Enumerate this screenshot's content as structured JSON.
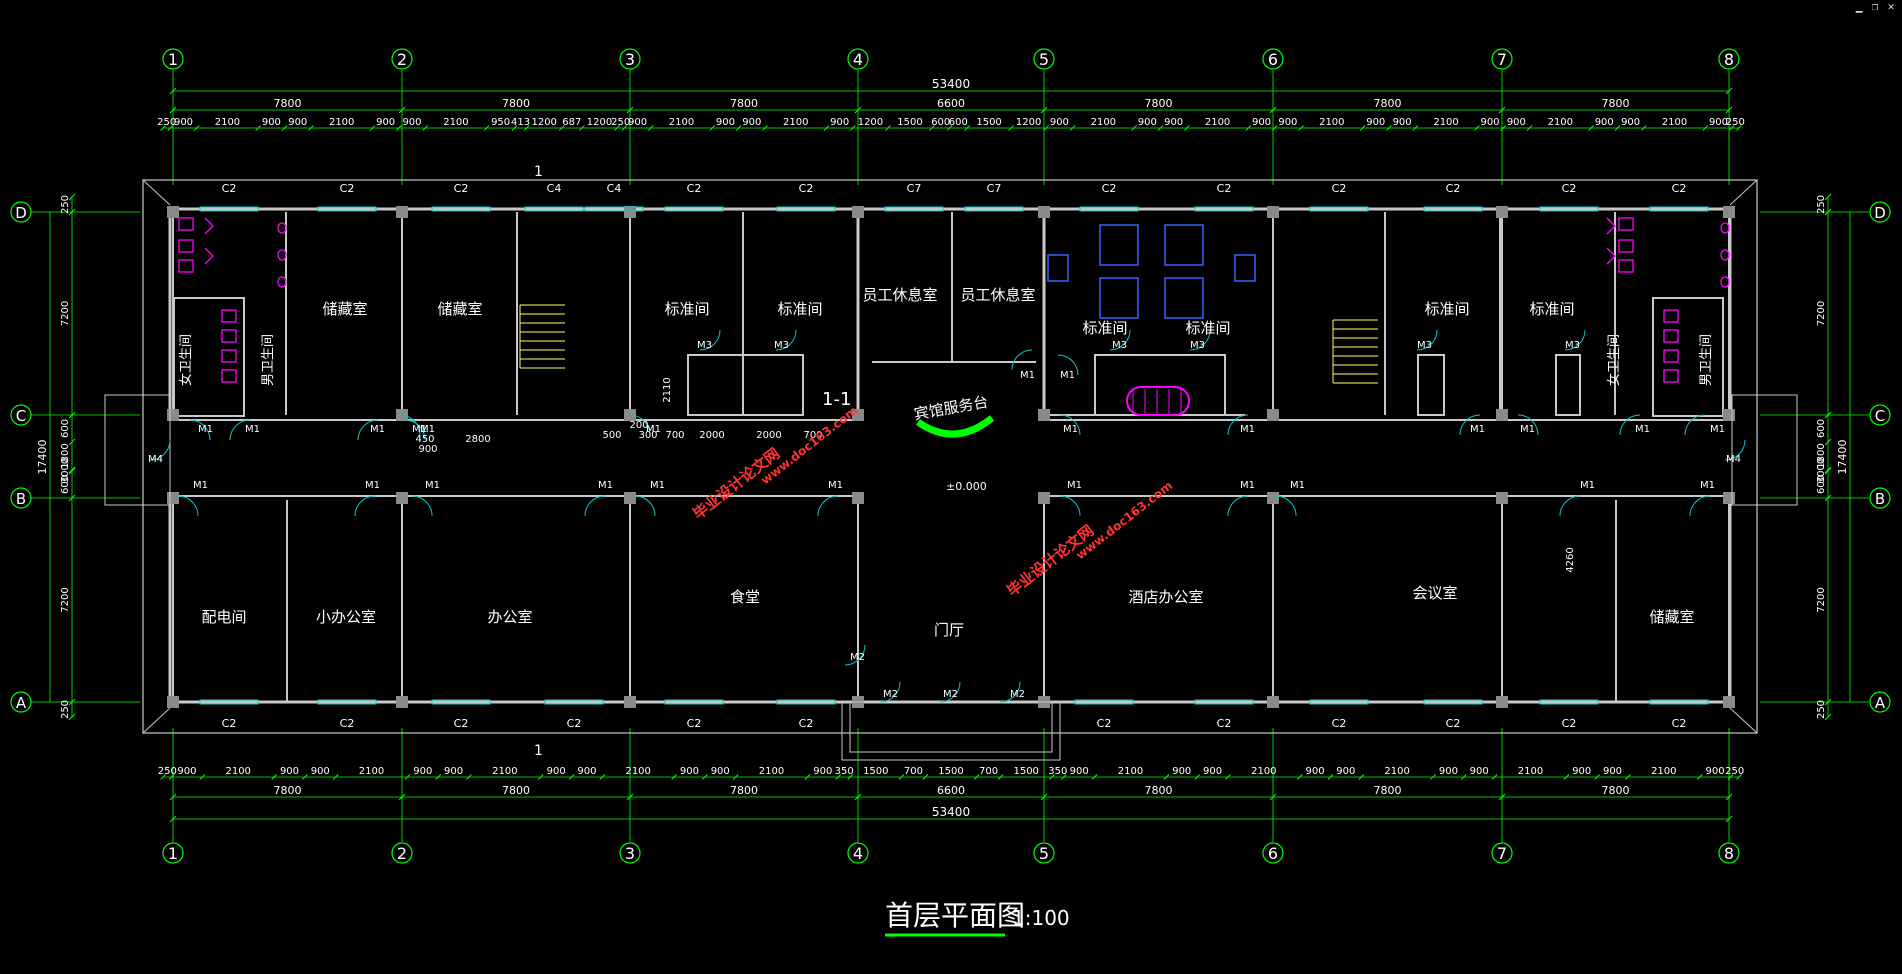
{
  "window_controls": {
    "minimize": "▁",
    "restore": "❐",
    "close": "✕"
  },
  "colors": {
    "background": "#000000",
    "axis": "#00ff00",
    "wall": "#c8c8c8",
    "window": "#00cccc",
    "door": "#00cccc",
    "room_text": "#ffffff",
    "fixture_magenta": "#ff00ff",
    "furniture_blue": "#3366ff",
    "stair": "#ffff66",
    "watermark": "#ff3333",
    "service_counter": "#00ff00"
  },
  "plan": {
    "title": "首层平面图",
    "scale": "1:100",
    "total_length_label": "53400",
    "total_width_label": "17400",
    "column_axes": [
      "1",
      "2",
      "3",
      "4",
      "5",
      "6",
      "7",
      "8"
    ],
    "row_axes": [
      "D",
      "C",
      "B",
      "A"
    ],
    "bay_labels_top": [
      "7800",
      "7800",
      "7800",
      "6600",
      "7800",
      "7800",
      "7800"
    ],
    "bay_labels_bottom": [
      "7800",
      "7800",
      "7800",
      "6600",
      "7800",
      "7800",
      "7800"
    ],
    "top_detail_dims": [
      "250",
      "900",
      "2100",
      "900",
      "900",
      "2100",
      "900",
      "900",
      "2100",
      "950",
      "413",
      "1200",
      "687",
      "1200",
      "250",
      "900",
      "2100",
      "900",
      "900",
      "2100",
      "900",
      "1200",
      "1500",
      "600",
      "600",
      "1500",
      "1200",
      "900",
      "2100",
      "900",
      "900",
      "2100",
      "900",
      "900",
      "2100",
      "900",
      "900",
      "2100",
      "900",
      "900",
      "2100",
      "900",
      "900",
      "2100",
      "900",
      "250"
    ],
    "bottom_detail_dims": [
      "250",
      "900",
      "2100",
      "900",
      "900",
      "2100",
      "900",
      "900",
      "2100",
      "900",
      "900",
      "2100",
      "900",
      "900",
      "2100",
      "900",
      "350",
      "1500",
      "700",
      "1500",
      "700",
      "1500",
      "350",
      "900",
      "2100",
      "900",
      "900",
      "2100",
      "900",
      "900",
      "2100",
      "900",
      "900",
      "2100",
      "900",
      "900",
      "2100",
      "900",
      "250"
    ],
    "left_dims": [
      "250",
      "7200",
      "600",
      "1800",
      "3000",
      "600",
      "7200",
      "250"
    ],
    "right_dims": [
      "250",
      "7200",
      "600",
      "1800",
      "3000",
      "600",
      "7200",
      "250"
    ],
    "section_mark": "1",
    "elevation_mark": "±0.000",
    "rooms": [
      {
        "name": "储藏室"
      },
      {
        "name": "储藏室"
      },
      {
        "name": "标准间"
      },
      {
        "name": "标准间"
      },
      {
        "name": "员工休息室"
      },
      {
        "name": "员工休息室"
      },
      {
        "name": "标准间"
      },
      {
        "name": "标准间"
      },
      {
        "name": "标准间"
      },
      {
        "name": "标准间"
      },
      {
        "name": "女卫生间"
      },
      {
        "name": "男卫生间"
      },
      {
        "name": "女卫生间"
      },
      {
        "name": "男卫生间"
      },
      {
        "name": "宾馆服务台"
      },
      {
        "name": "配电间"
      },
      {
        "name": "小办公室"
      },
      {
        "name": "办公室"
      },
      {
        "name": "食堂"
      },
      {
        "name": "门厅"
      },
      {
        "name": "酒店办公室"
      },
      {
        "name": "会议室"
      },
      {
        "name": "储藏室"
      }
    ],
    "window_tags_top": [
      "C2",
      "C2",
      "C2",
      "C4",
      "C4",
      "C2",
      "C2",
      "C7",
      "C7",
      "C2",
      "C2",
      "C2",
      "C2",
      "C2",
      "C2"
    ],
    "window_tags_bottom": [
      "C2",
      "C2",
      "C2",
      "C2",
      "C2",
      "C2",
      "C2",
      "C2",
      "C2",
      "C2",
      "C2",
      "C2"
    ],
    "door_tags": [
      "M1",
      "M1",
      "M1",
      "M1",
      "M1",
      "M1",
      "M1",
      "M1",
      "M1",
      "M1",
      "M1",
      "M1",
      "M1",
      "M1",
      "M1",
      "M1",
      "M1",
      "M1",
      "M1",
      "M1",
      "M1",
      "M1",
      "M1",
      "M1",
      "M1",
      "M2",
      "M2",
      "M2",
      "M2",
      "M3",
      "M3",
      "M3",
      "M3",
      "M3",
      "M3",
      "M4",
      "M4"
    ],
    "misc_dims": [
      "2110",
      "2800",
      "450",
      "900",
      "200",
      "500",
      "300",
      "700",
      "2000",
      "2000",
      "700",
      "4260"
    ],
    "watermarks": [
      "毕业设计论文网",
      "www.doc163.com",
      "毕业设计论文网",
      "www.doc163.com"
    ],
    "overlay_text": "1-1"
  }
}
